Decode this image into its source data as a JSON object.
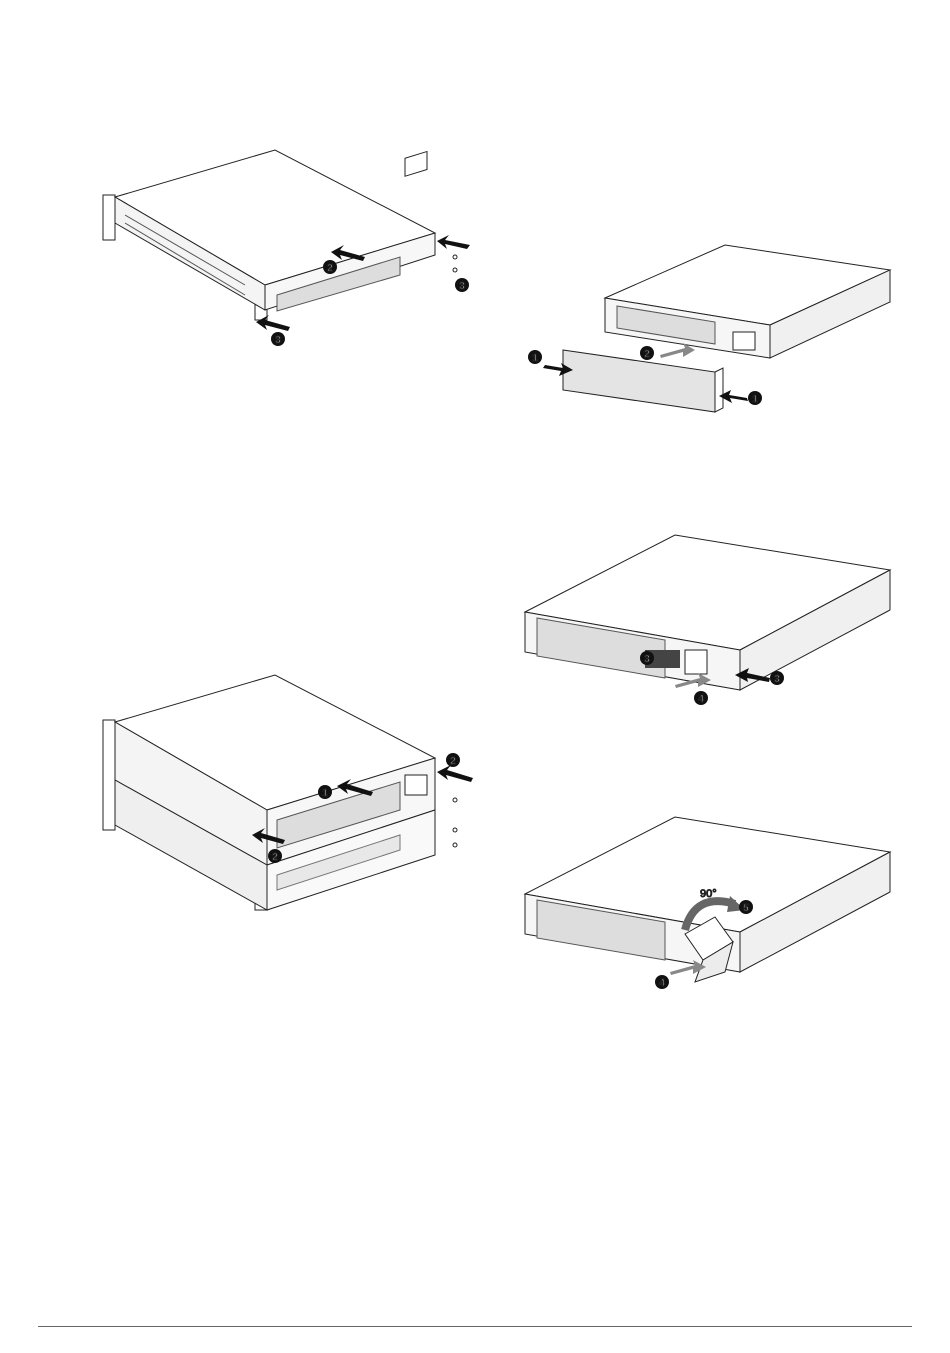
{
  "figures": {
    "rack_front_panel_install": {
      "callouts": [
        "2",
        "3",
        "3"
      ]
    },
    "front_cover_removal": {
      "callouts": [
        "1",
        "2",
        "1"
      ]
    },
    "rack_two_unit_install": {
      "callouts": [
        "1",
        "2",
        "2"
      ]
    },
    "display_module_removal": {
      "callouts": [
        "3",
        "4",
        "3"
      ]
    },
    "display_module_rotate": {
      "callouts": [
        "5",
        "4"
      ],
      "angle_label": "90°"
    }
  }
}
